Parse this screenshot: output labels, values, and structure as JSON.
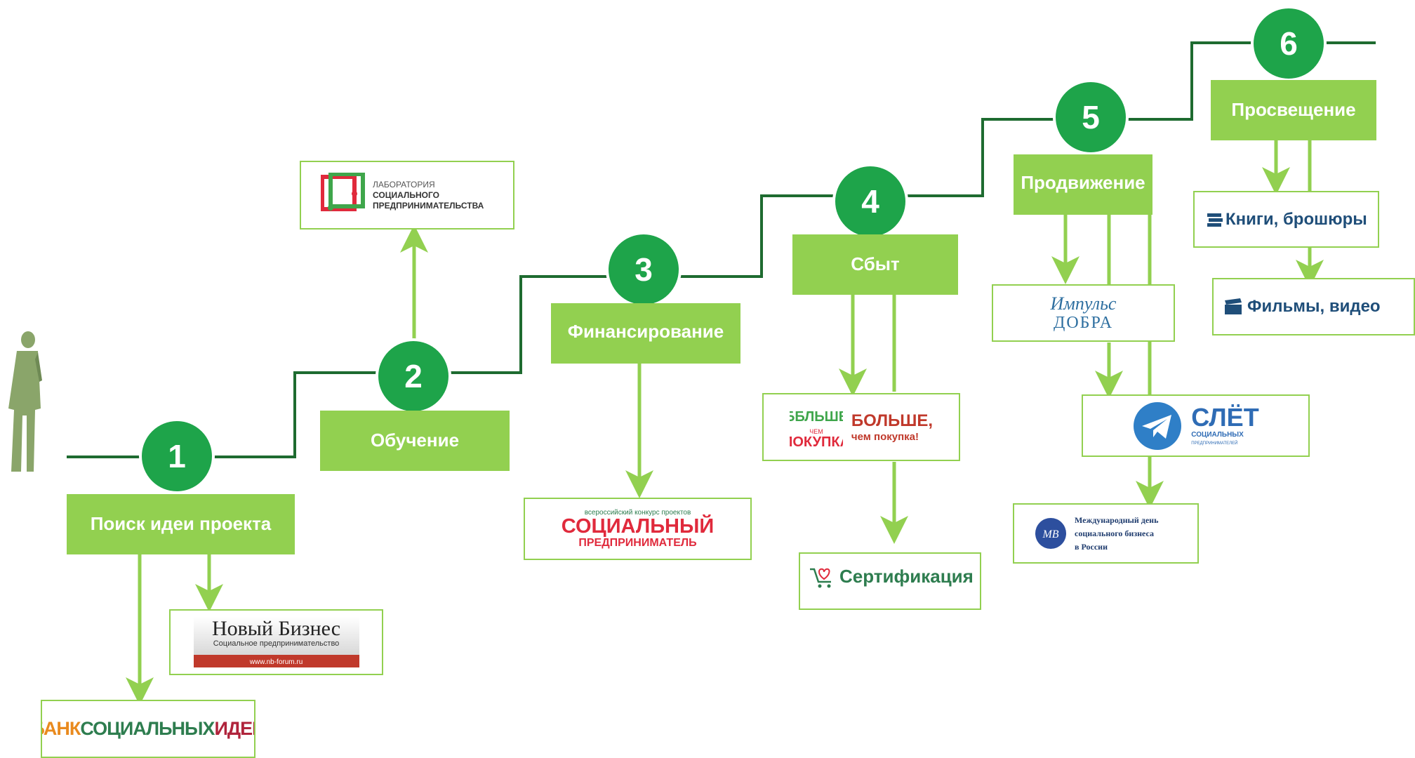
{
  "stages": [
    {
      "num": "1",
      "label": "Поиск идеи проекта"
    },
    {
      "num": "2",
      "label": "Обучение"
    },
    {
      "num": "3",
      "label": "Финансирование"
    },
    {
      "num": "4",
      "label": "Сбыт"
    },
    {
      "num": "5",
      "label": "Продвижение"
    },
    {
      "num": "6",
      "label": "Просвещение"
    }
  ],
  "logos": {
    "bank_ideas": {
      "part1": "БАНК",
      "part2": "СОЦИАЛЬНЫХ",
      "part3": "ИДЕЙ"
    },
    "novy_biznes": {
      "title": "Новый Бизнес",
      "subtitle": "Социальное предпринимательство",
      "url": "www.nb-forum.ru"
    },
    "lab": {
      "line1": "ЛАБОРАТОРИЯ",
      "line2": "СОЦИАЛЬНОГО",
      "line3": "ПРЕДПРИНИМАТЕЛЬСТВА"
    },
    "contest": {
      "line1": "всероссийский конкурс проектов",
      "line2": "СОЦИАЛЬНЫЙ",
      "line3": "ПРЕДПРИНИМАТЕЛЬ"
    },
    "bolshe": {
      "line1": "БОЛЬШЕ,",
      "line2": "чем покупка!"
    },
    "certification": {
      "label": "Сертификация"
    },
    "impulse": {
      "line1": "Импульс",
      "line2": "ДОБРА"
    },
    "slet": {
      "line1": "СЛЁТ",
      "line2": "СОЦИАЛЬНЫХ",
      "line3": "ПРЕДПРИНИМАТЕЛЕЙ"
    },
    "intl_day": {
      "line1": "Международный день",
      "line2": "социального бизнеса",
      "line3": "в России"
    },
    "books": {
      "label": "Книги, брошюры"
    },
    "films": {
      "label": "Фильмы, видео"
    }
  },
  "colors": {
    "light_green": "#92d050",
    "circle_green": "#1ea44a",
    "step_line": "#1e6b30",
    "text_blue": "#1f4e79"
  }
}
